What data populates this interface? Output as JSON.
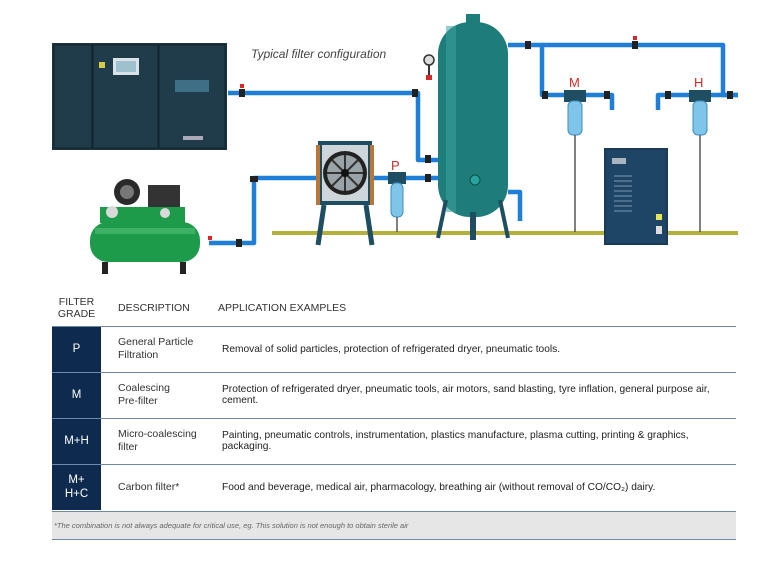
{
  "diagram": {
    "caption": "Typical filter configuration",
    "filter_labels": {
      "p": "P",
      "m": "M",
      "h": "H"
    },
    "colors": {
      "pipe": "#1f7fd8",
      "tank": "#1e7d7a",
      "compressor_green": "#1d9a4a",
      "floor": "#b5b03a",
      "label_red": "#d62a2a"
    }
  },
  "table": {
    "headers": {
      "grade_line1": "FILTER",
      "grade_line2": "GRADE",
      "description": "DESCRIPTION",
      "applications": "APPLICATION EXAMPLES"
    },
    "rows": [
      {
        "grade_line1": "P",
        "grade_line2": "",
        "description_line1": "General Particle",
        "description_line2": "Filtration",
        "applications": "Removal of solid particles, protection of  refrigerated dryer, pneumatic tools."
      },
      {
        "grade_line1": "M",
        "grade_line2": "",
        "description_line1": "Coalescing",
        "description_line2": "Pre-filter",
        "applications": "Protection of refrigerated dryer, pneumatic tools, air motors, sand blasting, tyre inflation, general purpose air, cement."
      },
      {
        "grade_line1": "M+H",
        "grade_line2": "",
        "description_line1": "Micro-coalescing",
        "description_line2": "filter",
        "applications": "Painting, pneumatic controls, instrumentation, plastics manufacture, plasma cutting, printing & graphics, packaging."
      },
      {
        "grade_line1": "M+",
        "grade_line2": "H+C",
        "description_line1": "Carbon filter*",
        "description_line2": "",
        "applications": "Food and beverage, medical air, pharmacology, breathing air (without removal of  CO/CO₂)  dairy."
      }
    ],
    "footnote": "*The combination is not always adequate for critical use, eg. This solution is not enough to obtain sterile air"
  }
}
